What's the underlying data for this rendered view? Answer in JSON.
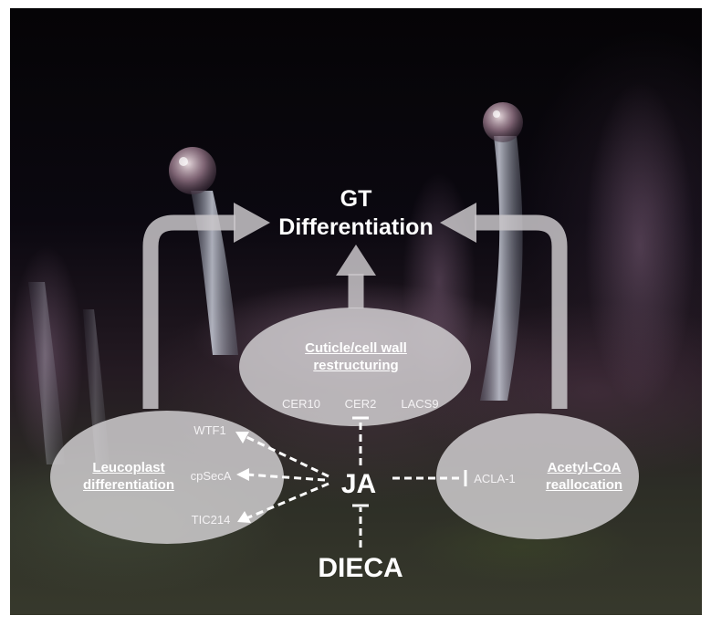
{
  "diagram": {
    "title_line1": "GT",
    "title_line2": "Differentiation",
    "nodes": {
      "cuticle": {
        "title_line1": "Cuticle/cell wall",
        "title_line2": "restructuring",
        "genes": [
          "CER10",
          "CER2",
          "LACS9"
        ]
      },
      "leucoplast": {
        "title_line1": "Leucoplast",
        "title_line2": "differentiation",
        "genes": [
          "WTF1",
          "cpSecA",
          "TIC214"
        ]
      },
      "acetyl": {
        "title_line1": "Acetyl-CoA",
        "title_line2": "reallocation",
        "genes": [
          "ACLA-1"
        ]
      }
    },
    "regulator": "JA",
    "inhibitor": "DIECA"
  }
}
